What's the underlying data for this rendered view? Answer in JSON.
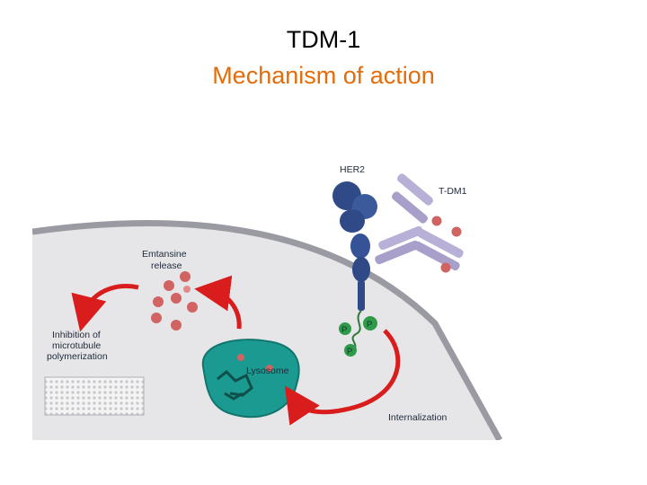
{
  "slide": {
    "title": "TDM-1",
    "subtitle": "Mechanism of action",
    "subtitle_color": "#e46c0a"
  },
  "diagram": {
    "labels": {
      "her2": "HER2",
      "tdm1": "T-DM1",
      "emtansine_line1": "Emtansine",
      "emtansine_line2": "release",
      "inhibition_line1": "Inhibition of",
      "inhibition_line2": "microtubule",
      "inhibition_line3": "polymerization",
      "lysosome": "Lysosome",
      "internalization": "Internalization",
      "phospho": "P"
    },
    "colors": {
      "cell_interior": "#e6e6e8",
      "membrane": "#9a9aa2",
      "her2_receptor": "#2f4a86",
      "antibody": "#b8b0d6",
      "drug_payload": "#d26363",
      "arrows": "#d91c1c",
      "lysosome": "#1a9a90",
      "phospho_group": "#2e9a4a"
    }
  }
}
